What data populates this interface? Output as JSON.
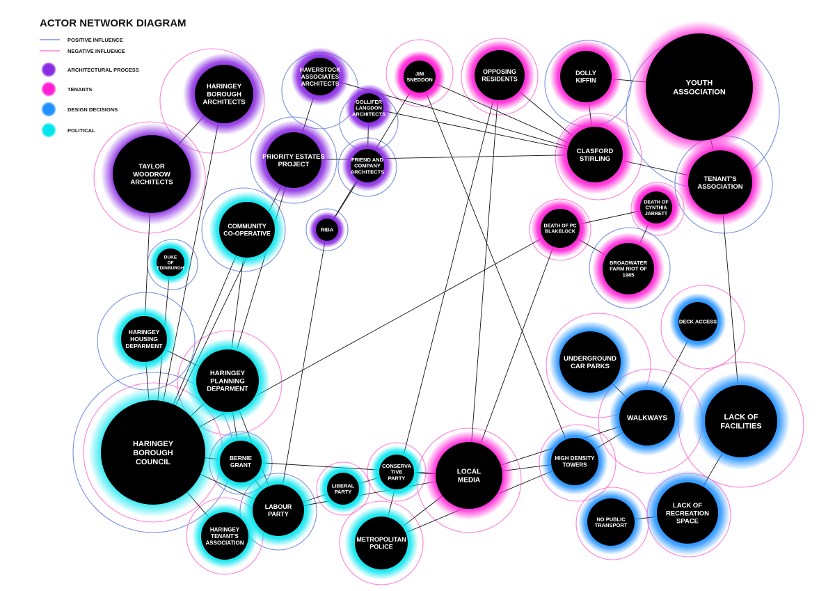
{
  "title": "ACTOR NETWORK DIAGRAM",
  "colors": {
    "architectural_process": "#8a2be2",
    "tenants": "#ff1fd6",
    "design_decisions": "#1e90ff",
    "political": "#00e5ee",
    "positive_influence": "#7a8fe0",
    "negative_influence": "#ff7fd9"
  },
  "legend": {
    "positive": "POSITIVE INFLUENCE",
    "negative": "NEGATIVE INFLUENCE",
    "architectural": "ARCHITECTURAL PROCESS",
    "tenants": "TENANTS",
    "design": "DESIGN DECISIONS",
    "political": "POLITICAL"
  },
  "nodes": [
    {
      "id": "hba",
      "lines": [
        "HARINGEY",
        "BOROUGH",
        "ARCHITECTS"
      ],
      "glow": "architectural_process"
    },
    {
      "id": "twa",
      "lines": [
        "TAYLOR",
        "WOODROW",
        "ARCHITECTS"
      ],
      "glow": "architectural_process"
    },
    {
      "id": "hav",
      "lines": [
        "HAVERSTOCK",
        "ASSOCIATES",
        "ARCHITECTS"
      ],
      "glow": "architectural_process"
    },
    {
      "id": "gol",
      "lines": [
        "GOLLIFER",
        "LANGDON",
        "ARCHITECTS"
      ],
      "glow": "architectural_process"
    },
    {
      "id": "pep",
      "lines": [
        "PRIORITY ESTATES",
        "PROJECT"
      ],
      "glow": "architectural_process"
    },
    {
      "id": "fca",
      "lines": [
        "FRIEND AND",
        "COMPANY",
        "ARCHITECTS"
      ],
      "glow": "architectural_process"
    },
    {
      "id": "riba",
      "lines": [
        "RIBA"
      ],
      "glow": "architectural_process"
    },
    {
      "id": "cc",
      "lines": [
        "COMMUNITY",
        "CO-OPERATIVE"
      ],
      "glow": "political"
    },
    {
      "id": "doe",
      "lines": [
        "DUKE",
        "OF",
        "EDINBURGH"
      ],
      "glow": "political"
    },
    {
      "id": "jim",
      "lines": [
        "JIM",
        "SNEDDON"
      ],
      "glow": "tenants"
    },
    {
      "id": "opp",
      "lines": [
        "OPPOSING",
        "RESIDENTS"
      ],
      "glow": "tenants"
    },
    {
      "id": "dolly",
      "lines": [
        "DOLLY",
        "KIFFIN"
      ],
      "glow": "tenants"
    },
    {
      "id": "youth",
      "lines": [
        "YOUTH",
        "ASSOCIATION"
      ],
      "glow": "tenants"
    },
    {
      "id": "clas",
      "lines": [
        "CLASFORD",
        "STIRLING"
      ],
      "glow": "tenants"
    },
    {
      "id": "ta",
      "lines": [
        "TENANT'S",
        "ASSOCIATION"
      ],
      "glow": "tenants"
    },
    {
      "id": "dcj",
      "lines": [
        "DEATH OF",
        "CYNTHIA",
        "JARRETT"
      ],
      "glow": "tenants"
    },
    {
      "id": "dpc",
      "lines": [
        "DEATH OF PC",
        "BLAKELOCK"
      ],
      "glow": "tenants"
    },
    {
      "id": "bfr",
      "lines": [
        "BROADWATER",
        "FARM RIOT OF",
        "1985"
      ],
      "glow": "tenants"
    },
    {
      "id": "hhd",
      "lines": [
        "HARINGEY",
        "HOUSING",
        "DEPARMENT"
      ],
      "glow": "political"
    },
    {
      "id": "hpd",
      "lines": [
        "HARINGEY",
        "PLANNING",
        "DEPARMENT"
      ],
      "glow": "political"
    },
    {
      "id": "hbc",
      "lines": [
        "HARINGEY",
        "BOROUGH",
        "COUNCIL"
      ],
      "glow": "political"
    },
    {
      "id": "bg",
      "lines": [
        "BERNIE",
        "GRANT"
      ],
      "glow": "political"
    },
    {
      "id": "lab",
      "lines": [
        "LABOUR",
        "PARTY"
      ],
      "glow": "political"
    },
    {
      "id": "hta",
      "lines": [
        "HARINGEY",
        "TENANT'S",
        "ASSOCIATION"
      ],
      "glow": "political"
    },
    {
      "id": "lib",
      "lines": [
        "LIBERAL",
        "PARTY"
      ],
      "glow": "political"
    },
    {
      "id": "con",
      "lines": [
        "CONSERVA",
        "TIVE",
        "PARTY"
      ],
      "glow": "political"
    },
    {
      "id": "lm",
      "lines": [
        "LOCAL",
        "MEDIA"
      ],
      "glow": "tenants"
    },
    {
      "id": "mp",
      "lines": [
        "METROPOLITAN",
        "POLICE"
      ],
      "glow": "political"
    },
    {
      "id": "deck",
      "lines": [
        "DECK ACCESS"
      ],
      "glow": "design_decisions"
    },
    {
      "id": "ucp",
      "lines": [
        "UNDERGROUND",
        "CAR PARKS"
      ],
      "glow": "design_decisions"
    },
    {
      "id": "walk",
      "lines": [
        "WALKWAYS"
      ],
      "glow": "design_decisions"
    },
    {
      "id": "lof",
      "lines": [
        "LACK OF",
        "FACILITIES"
      ],
      "glow": "design_decisions"
    },
    {
      "id": "hdt",
      "lines": [
        "HIGH DENSITY",
        "TOWERS"
      ],
      "glow": "design_decisions"
    },
    {
      "id": "npt",
      "lines": [
        "NO PUBLIC",
        "TRANSPORT"
      ],
      "glow": "design_decisions"
    },
    {
      "id": "lrs",
      "lines": [
        "LACK OF",
        "RECREATION",
        "SPACE"
      ],
      "glow": "design_decisions"
    }
  ],
  "edges": [
    [
      "hba",
      "twa"
    ],
    [
      "hba",
      "hbc"
    ],
    [
      "twa",
      "hhd"
    ],
    [
      "hav",
      "pep"
    ],
    [
      "hav",
      "clas"
    ],
    [
      "gol",
      "fca"
    ],
    [
      "gol",
      "clas"
    ],
    [
      "pep",
      "clas"
    ],
    [
      "pep",
      "hpd"
    ],
    [
      "pep",
      "hbc"
    ],
    [
      "fca",
      "riba"
    ],
    [
      "riba",
      "jim"
    ],
    [
      "riba",
      "lab"
    ],
    [
      "cc",
      "hbc"
    ],
    [
      "cc",
      "hpd"
    ],
    [
      "doe",
      "hbc"
    ],
    [
      "jim",
      "clas"
    ],
    [
      "jim",
      "hdt"
    ],
    [
      "opp",
      "clas"
    ],
    [
      "opp",
      "lm"
    ],
    [
      "opp",
      "mp"
    ],
    [
      "dolly",
      "youth"
    ],
    [
      "dolly",
      "clas"
    ],
    [
      "youth",
      "ta"
    ],
    [
      "clas",
      "ta"
    ],
    [
      "ta",
      "lof"
    ],
    [
      "dcj",
      "dpc"
    ],
    [
      "dcj",
      "bfr"
    ],
    [
      "dpc",
      "bfr"
    ],
    [
      "dpc",
      "lm"
    ],
    [
      "dpc",
      "hbc"
    ],
    [
      "hhd",
      "hpd"
    ],
    [
      "hhd",
      "hbc"
    ],
    [
      "hpd",
      "hbc"
    ],
    [
      "hpd",
      "bg"
    ],
    [
      "hpd",
      "lab"
    ],
    [
      "hbc",
      "bg"
    ],
    [
      "hbc",
      "hta"
    ],
    [
      "hbc",
      "lab"
    ],
    [
      "bg",
      "lab"
    ],
    [
      "bg",
      "lm"
    ],
    [
      "lab",
      "lib"
    ],
    [
      "lab",
      "lm"
    ],
    [
      "lib",
      "con"
    ],
    [
      "con",
      "lm"
    ],
    [
      "lm",
      "mp"
    ],
    [
      "lm",
      "hdt"
    ],
    [
      "lm",
      "walk"
    ],
    [
      "mp",
      "hdt"
    ],
    [
      "ucp",
      "walk"
    ],
    [
      "walk",
      "deck"
    ],
    [
      "walk",
      "hdt"
    ],
    [
      "lof",
      "lrs"
    ],
    [
      "lrs",
      "npt"
    ]
  ]
}
